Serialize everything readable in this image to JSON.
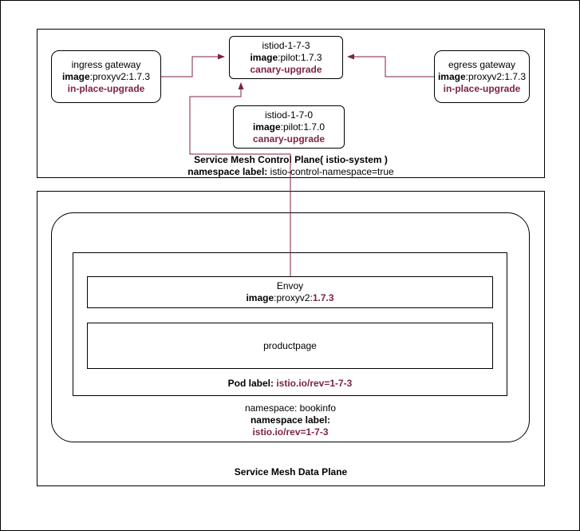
{
  "colors": {
    "accent": "#7e2346",
    "border": "#000000",
    "background": "#ffffff"
  },
  "control_plane": {
    "caption_title": "Service Mesh Control Plane( istio-system )",
    "caption_ns_key": "namespace label:",
    "caption_ns_value": " istio-control-namespace=true",
    "ingress_gateway": {
      "name": "ingress gateway",
      "image_key": "image",
      "image_value": ":proxyv2:1.7.3",
      "upgrade": "in-place-upgrade"
    },
    "istiod_new": {
      "name": "istiod-1-7-3",
      "image_key": "image",
      "image_value": ":pilot:1.7.3",
      "upgrade": "canary-upgrade"
    },
    "istiod_old": {
      "name": "istiod-1-7-0",
      "image_key": "image",
      "image_value": ":pilot:1.7.0",
      "upgrade": "canary-upgrade"
    },
    "egress_gateway": {
      "name": "egress gateway",
      "image_key": "image",
      "image_value": ":proxyv2:1.7.3",
      "upgrade": "in-place-upgrade"
    }
  },
  "data_plane": {
    "caption": "Service Mesh Data Plane",
    "namespace": {
      "line1": "namespace: bookinfo",
      "label_key": "namespace label:",
      "label_value": "istio.io/rev=1-7-3"
    },
    "pod": {
      "label_key": "Pod label: ",
      "label_value": "istio.io/rev=1-7-3",
      "envoy": {
        "name": "Envoy",
        "image_key": "image",
        "image_mid": ":proxyv2:",
        "image_version": "1.7.3"
      },
      "productpage": {
        "name": "productpage"
      }
    }
  }
}
